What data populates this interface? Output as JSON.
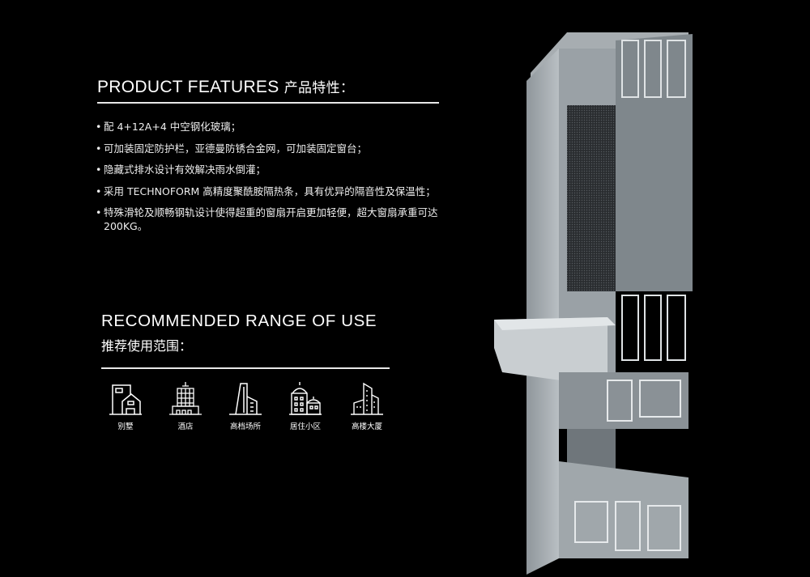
{
  "features": {
    "title_en": "PRODUCT FEATURES",
    "title_cn": "产品特性：",
    "items": [
      "配 4+12A+4 中空钢化玻璃；",
      "可加装固定防护栏，亚德曼防锈合金网，可加装固定窗台；",
      "隐藏式排水设计有效解决雨水倒灌；",
      "采用 TECHNOFORM 高精度聚酰胺隔热条，具有优异的隔音性及保温性；",
      "特殊滑轮及顺畅钢轨设计使得超重的窗扇开启更加轻便，超大窗扇承重可达 200KG。"
    ]
  },
  "range": {
    "title_en": "RECOMMENDED RANGE OF USE",
    "title_cn": "推荐使用范围：",
    "uses": [
      {
        "label": "别墅",
        "icon": "villa-icon"
      },
      {
        "label": "酒店",
        "icon": "hotel-icon"
      },
      {
        "label": "高档场所",
        "icon": "upscale-venue-icon"
      },
      {
        "label": "居住小区",
        "icon": "residential-icon"
      },
      {
        "label": "高楼大厦",
        "icon": "skyscraper-icon"
      }
    ]
  }
}
